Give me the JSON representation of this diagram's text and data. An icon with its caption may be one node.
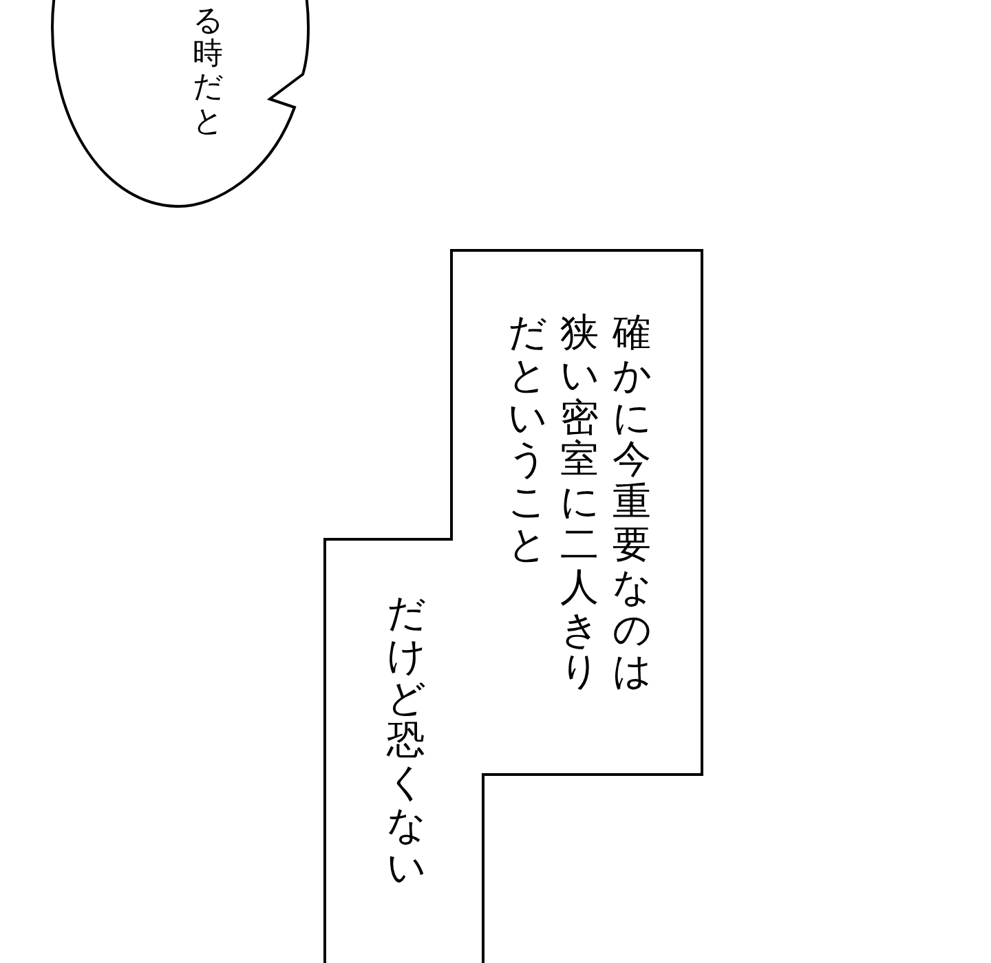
{
  "diagram": {
    "nodes": [
      {
        "text": [
          "る時だと"
        ]
      },
      {
        "text": [
          "確かに今重要なのは",
          "狭い密室に二人きり",
          "だということ",
          "だけど恐くない"
        ]
      }
    ]
  }
}
